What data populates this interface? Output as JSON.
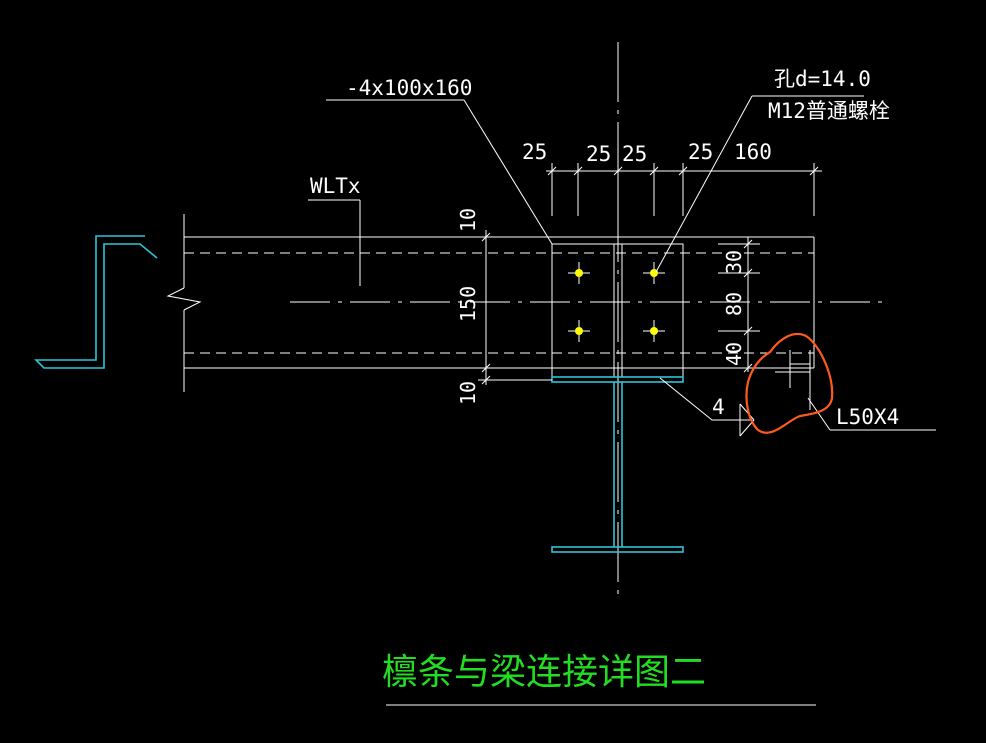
{
  "drawing": {
    "title": "檩条与梁连接详图二",
    "labels": {
      "plate": "-4x100x160",
      "hole": "孔d=14.0",
      "bolt": "M12普通螺栓",
      "purlin": "WLTx",
      "angle": "L50X4",
      "weld": "4"
    },
    "dims_top": [
      "25",
      "25",
      "25",
      "25",
      "160"
    ],
    "dims_left": [
      "10",
      "150",
      "10"
    ],
    "dims_right": [
      "30",
      "80",
      "40"
    ],
    "colors": {
      "background": "#000000",
      "lines": "#ffffff",
      "steel": "#2ec4d8",
      "bolt": "#ffff00",
      "title": "#22dd22",
      "markup": "#ff5a1e"
    }
  }
}
